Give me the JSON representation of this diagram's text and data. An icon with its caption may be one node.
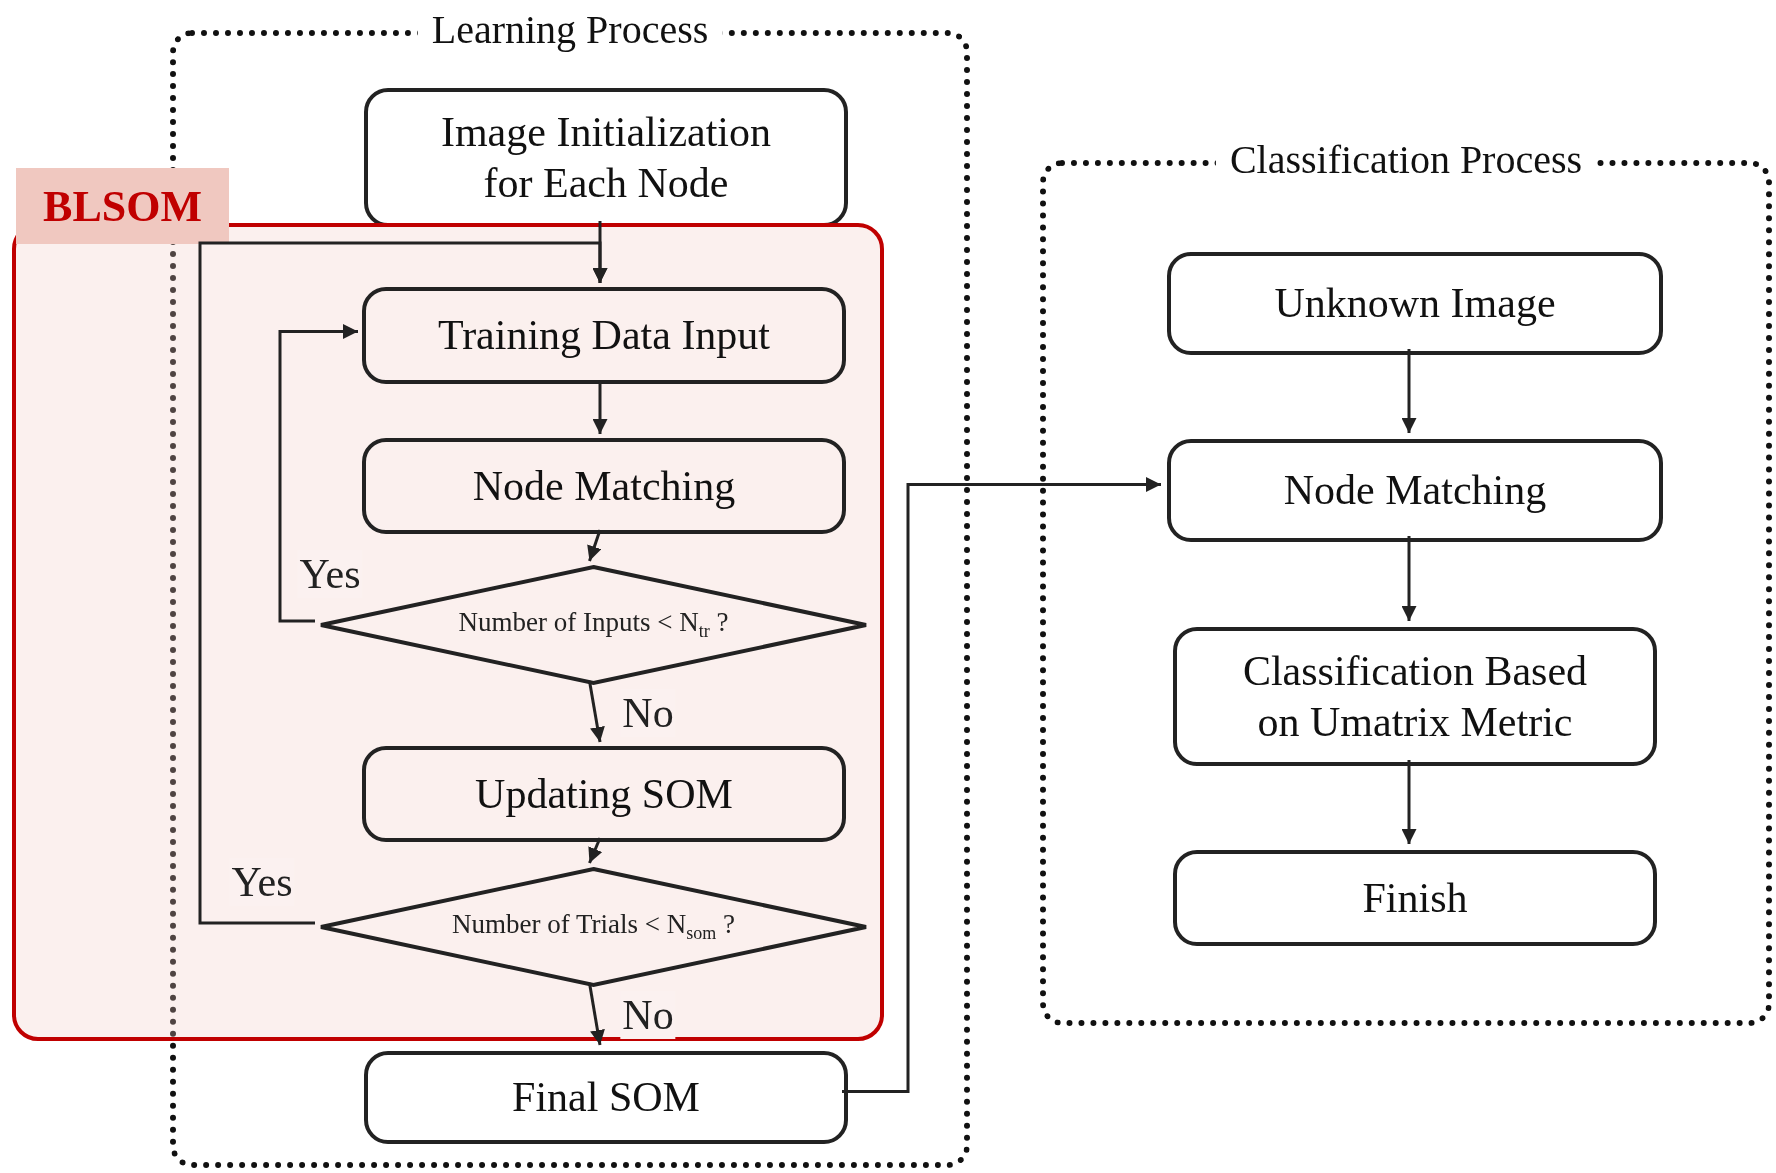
{
  "diagram": {
    "nodes": [
      {
        "text": [
          "Learning Process"
        ]
      },
      {
        "text": [
          "Classification Process"
        ]
      },
      {
        "text": [
          "BLSOM"
        ]
      },
      {
        "text": [
          "Image Initialization for Each Node"
        ],
        "in": 0
      },
      {
        "text": [
          "Training Data Input"
        ],
        "in": 2
      },
      {
        "text": [
          "Node Matching"
        ],
        "in": 2
      },
      {
        "text": [
          "Number of Inputs < N$_{tr}$ ?"
        ],
        "in": 2
      },
      {
        "text": [
          "Updating SOM"
        ],
        "in": 2
      },
      {
        "text": [
          "Number of Trials < N$_{som}$ ?"
        ],
        "in": 2
      },
      {
        "text": [
          "Final SOM"
        ],
        "in": 0
      },
      {
        "text": [
          "Unknown Image"
        ],
        "in": 1
      },
      {
        "text": [
          "Node Matching"
        ],
        "in": 1
      },
      {
        "text": [
          "Classification Based on Umatrix Metric"
        ],
        "in": 1
      },
      {
        "text": [
          "Finish"
        ],
        "in": 1
      }
    ],
    "edges": [
      {
        "from": 3,
        "to": 4,
        "arrow": "to"
      },
      {
        "from": 8,
        "to": 4,
        "arrow": "to",
        "label": "Yes"
      },
      {
        "from": 6,
        "to": 4,
        "arrow": "to",
        "label": "Yes"
      },
      {
        "from": 4,
        "to": 5,
        "arrow": "to"
      },
      {
        "from": 5,
        "to": 6,
        "arrow": "to"
      },
      {
        "from": 6,
        "to": 7,
        "arrow": "to",
        "label": "No"
      },
      {
        "from": 7,
        "to": 8,
        "arrow": "to"
      },
      {
        "from": 8,
        "to": 9,
        "arrow": "to",
        "label": "No"
      },
      {
        "from": 9,
        "to": 11,
        "arrow": "to"
      },
      {
        "from": 10,
        "to": 11,
        "arrow": "to"
      },
      {
        "from": 11,
        "to": 12,
        "arrow": "to"
      },
      {
        "from": 12,
        "to": 13,
        "arrow": "to"
      }
    ]
  }
}
